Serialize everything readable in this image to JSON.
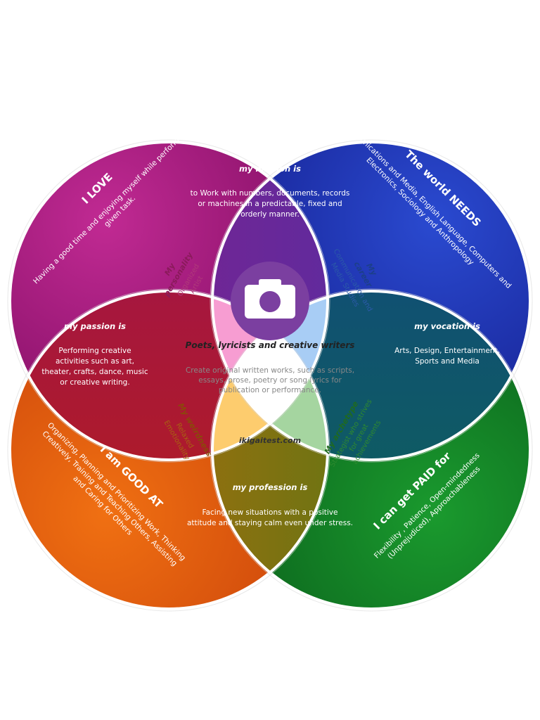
{
  "colors": {
    "love": "#a3167d",
    "needs": "#1f2db0",
    "paid": "#0f7a24",
    "good": "#e5580d",
    "mission": "#6a2a9e",
    "passion": "#a0102c",
    "vocation": "#0e5d66",
    "profession": "#8a6e0e",
    "personality": "#f79dd2",
    "career": "#a8cdf5",
    "weirdness": "#fdcc6e",
    "archetype": "#a5d5a0",
    "camera": "#7b3fa0"
  },
  "love": {
    "title": "I LOVE",
    "line1": "Having a good time and enjoying myself while performing a",
    "line2": "given task."
  },
  "needs": {
    "title": "The world NEEDS",
    "line1": "Communications and Media, English Language, Computers and",
    "line2": "Electronics, Sociology and Anthropology"
  },
  "good": {
    "title": "I am GOOD AT",
    "line1": "Organizing, Planning and Prioritizing Work, Thinking",
    "line2": "Creatively, Training and Teaching Others, Assisting",
    "line3": "and Caring for Others"
  },
  "paid": {
    "title": "I can get PAID for",
    "line1": "Flexibility , Patience, Open-mindedness",
    "line2": "(Unprejudiced), Approachableness"
  },
  "mission": {
    "title": "my mission is",
    "line1": "to Work with numbers, documents, records",
    "line2": "or machines in a predictable, fixed and",
    "line3": "orderly manner."
  },
  "passion": {
    "title": "my passion is",
    "line1": "Performing creative",
    "line2": "activities such as art,",
    "line3": "theater, crafts, dance, music",
    "line4": "or creative writing."
  },
  "vocation": {
    "title": "my vocation is",
    "line1": "Arts, Design, Entertainment,",
    "line2": "Sports and Media"
  },
  "profession": {
    "title": "my profession is",
    "line1": "Facing new situations with a positive",
    "line2": "attitude and staying calm even under stress."
  },
  "personality": {
    "title1": "My",
    "title2": "personality",
    "value1": "Organized",
    "value2": "Artist"
  },
  "career": {
    "title1": "My",
    "title2": "career",
    "value1": "Communication and",
    "value2": "Media Studies"
  },
  "weirdness": {
    "title": "My weirdness",
    "value1": "Relaxed",
    "value2": "Emotionality"
  },
  "archetype": {
    "title": "My archetype",
    "value1": "Strategist who strives",
    "value2": "for great",
    "value3": "achievements"
  },
  "center": {
    "icon": "camera-icon",
    "title": "Poets, lyricists and creative writers",
    "desc1": "Create original written works, such as scripts,",
    "desc2": "essays, prose, poetry or song lyrics for",
    "desc3": "publication or performance.",
    "site": "ikigaitest.com"
  }
}
